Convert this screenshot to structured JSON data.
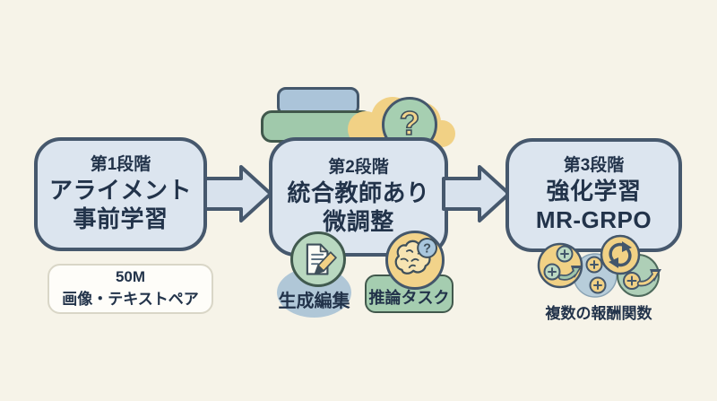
{
  "diagram": {
    "stages": [
      {
        "tag": "第1段階",
        "line1": "アライメント",
        "line2": "事前学習"
      },
      {
        "tag": "第2段階",
        "line1": "統合教師あり",
        "line2": "微調整"
      },
      {
        "tag": "第3段階",
        "line1": "強化学習",
        "line2": "MR-GRPO"
      }
    ],
    "stage1_note": {
      "line1": "50M",
      "line2": "画像・テキストペア"
    },
    "stage2_tags": {
      "generation_editing": "生成編集",
      "reasoning_task": "推論タスク"
    },
    "stage3_caption": "複数の報酬関数",
    "decoration": {
      "question_mark": "?",
      "bubble_question_mark": "?"
    },
    "icons": [
      "block-arrow-icon",
      "layers-stack-icon",
      "cloud-icon",
      "question-circle-icon",
      "document-pencil-icon",
      "brain-question-icon",
      "reward-functions-cluster-icon"
    ],
    "colors": {
      "background": "#f6f3e8",
      "box_fill": "#dce5ef",
      "box_border": "#46586d",
      "text": "#22334a",
      "green": "#a6cfb1",
      "yellow": "#f1d185",
      "blue": "#abc4d9",
      "note_fill": "#fefdf9"
    }
  }
}
